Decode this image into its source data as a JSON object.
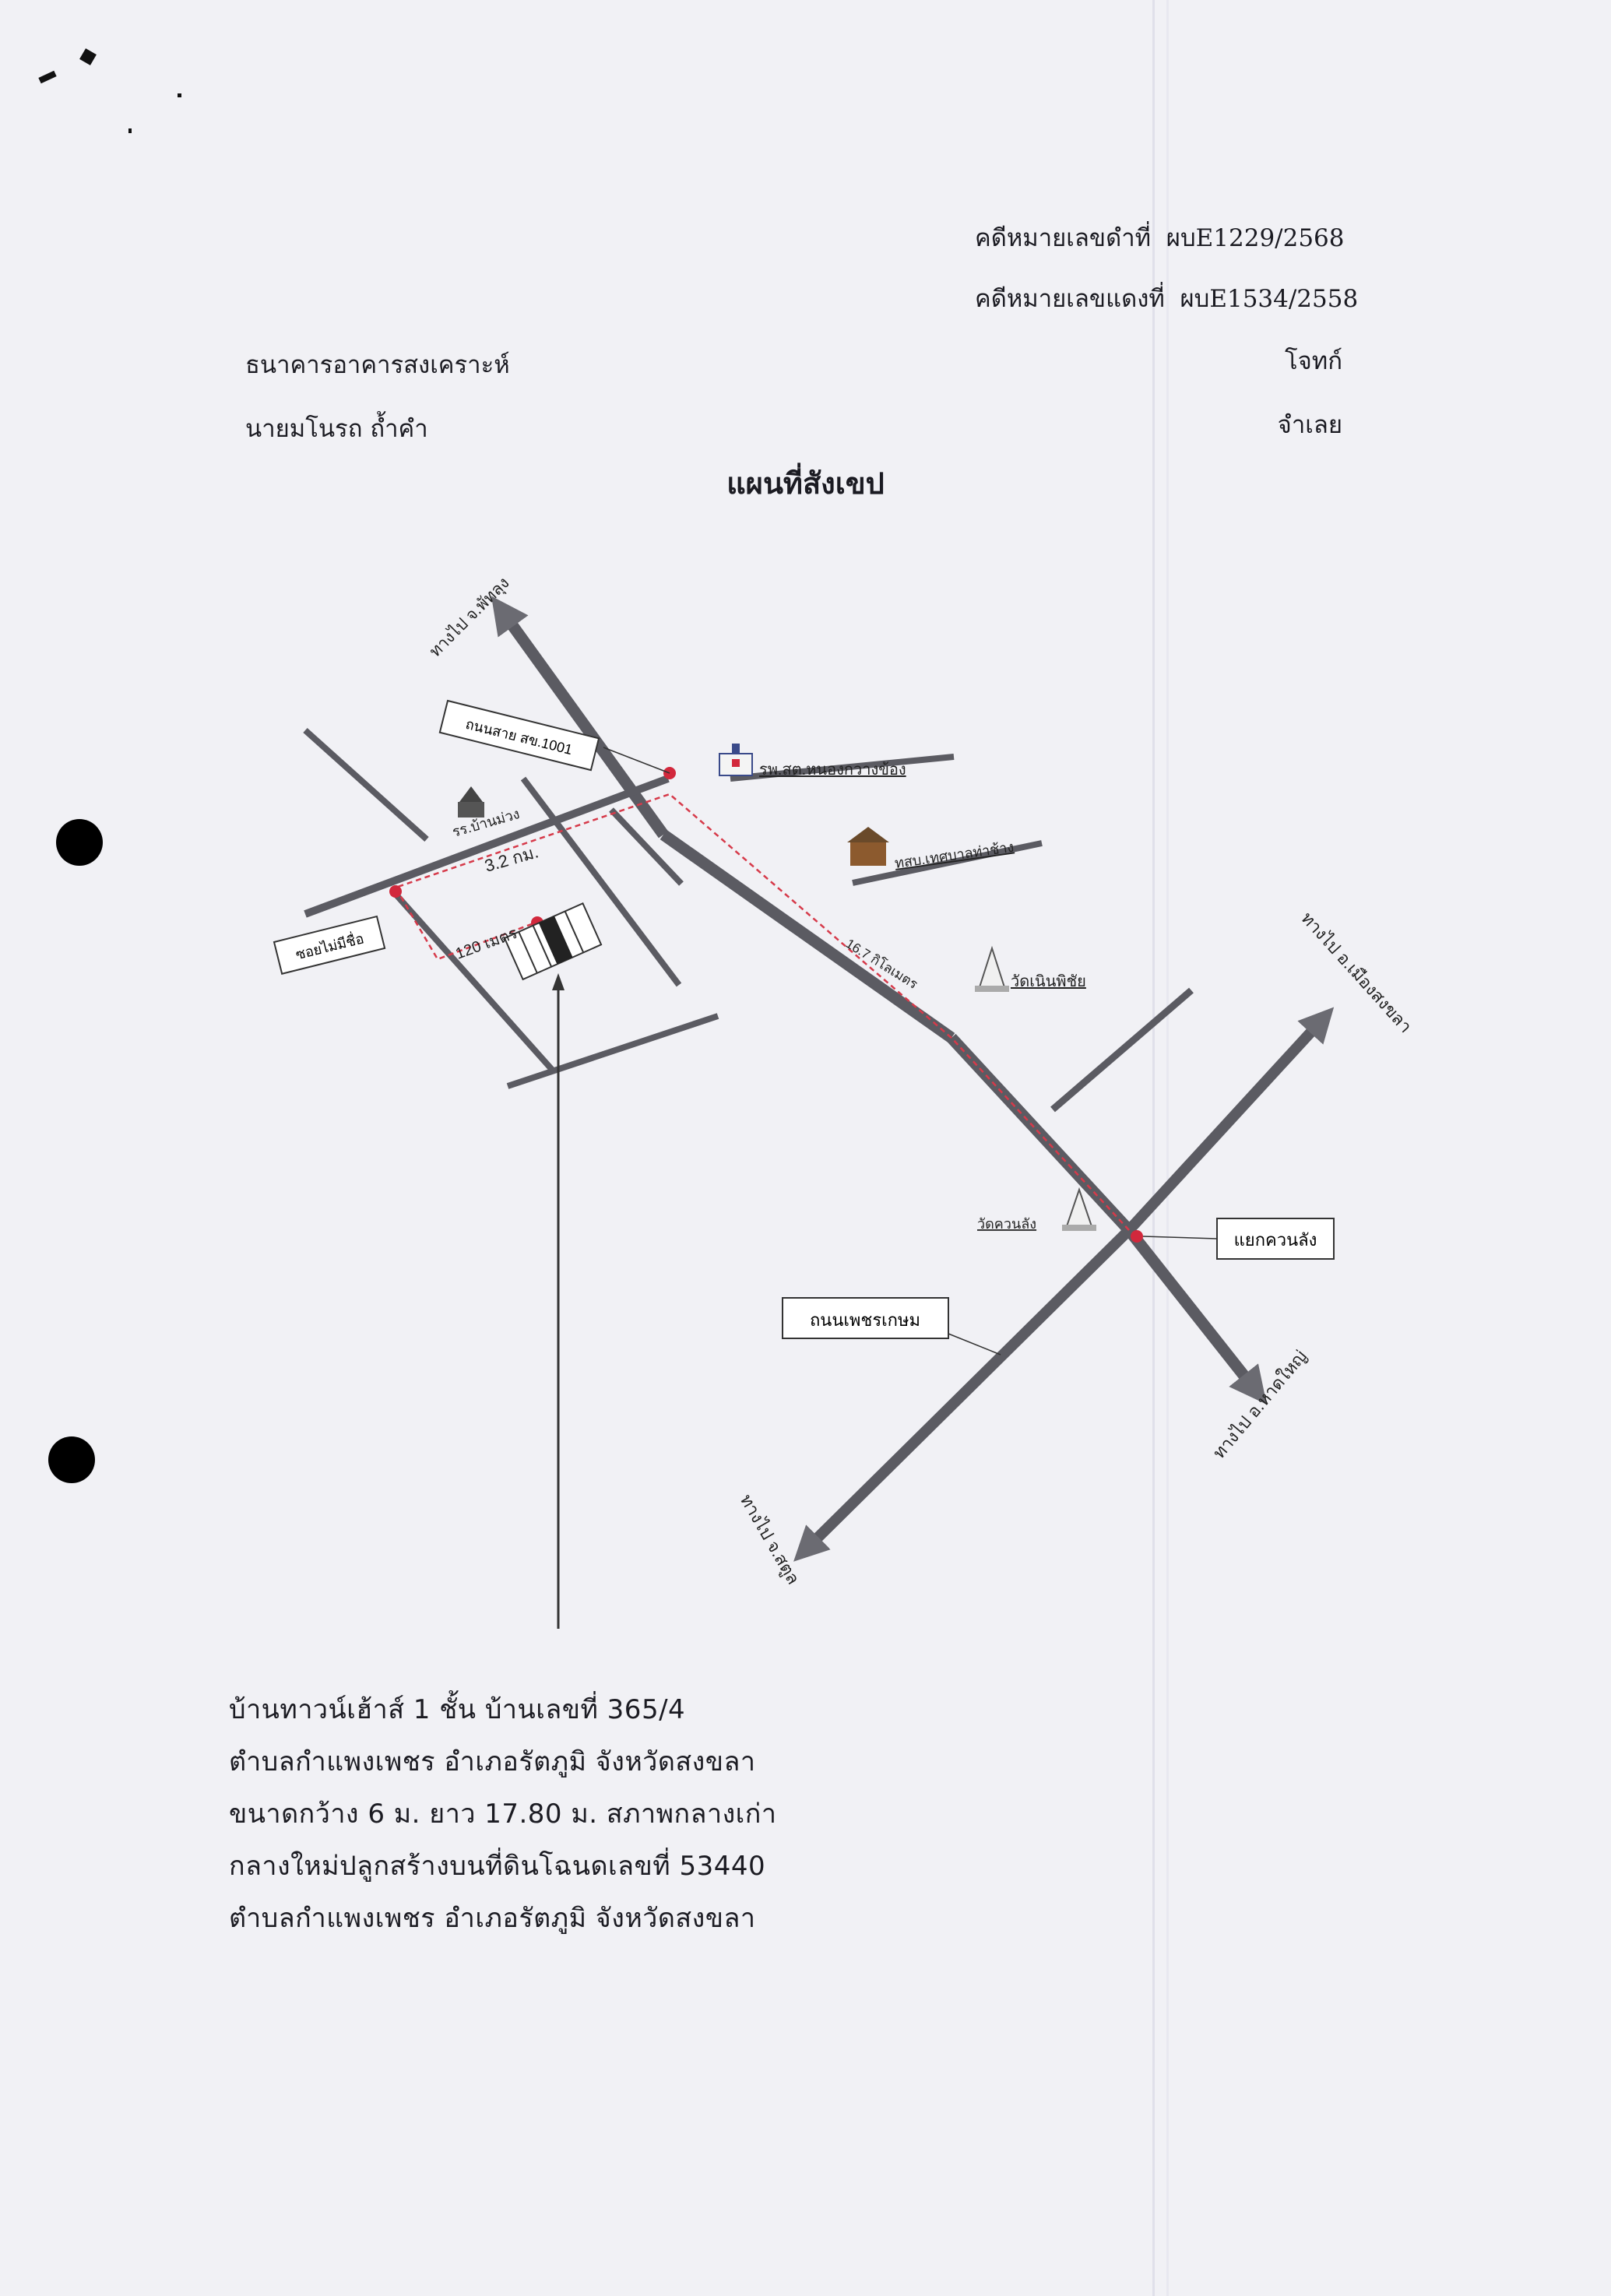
{
  "case": {
    "black_number_label": "คดีหมายเลขดำที่",
    "black_number": "ผบE1229/2568",
    "red_number_label": "คดีหมายเลขแดงที่",
    "red_number": "ผบE1534/2558"
  },
  "parties": {
    "plaintiff_name": "ธนาคารอาคารสงเคราะห์",
    "plaintiff_role": "โจทก์",
    "defendant_name": "นายมโนรถ ถ้ำคำ",
    "defendant_role": "จำเลย"
  },
  "title": "แผนที่สังเขป",
  "map": {
    "labels": {
      "to_phatthalung": "ทางไป จ.พัทลุง",
      "local_road": "ถนนสาย สข.1001",
      "hospital": "รพ.สต.หนองกวางข้อง",
      "school": "รร.บ้านม่วง",
      "municipal_school": "ทสบ.เทศบาลท่าช้าง",
      "dist_3_2": "3.2 กม.",
      "soi_no_name": "ซอยไม่มีชื่อ",
      "dist_120": "120 เมตร",
      "dist_16_7": "16.7 กิโลเมตร",
      "wat_noen_phichai": "วัดเนินพิชัย",
      "to_mueang_songkhla": "ทางไป อ.เมืองสงขลา",
      "wat_khuan_lang": "วัดควนลัง",
      "khuan_lang_junction": "แยกควนลัง",
      "phetkasem_road": "ถนนเพชรเกษม",
      "to_hat_yai": "ทางไป อ.หาดใหญ่",
      "to_satun": "ทางไป จ.สตูล"
    },
    "colors": {
      "road": "#5b5b62",
      "route": "#d63a4a",
      "marker": "#d2283c"
    }
  },
  "description": {
    "line1": "บ้านทาวน์เฮ้าส์ 1  ชั้น  บ้านเลขที่  365/4",
    "line2": "ตำบลกำแพงเพชร อำเภอรัตภูมิ  จังหวัดสงขลา",
    "line3": "ขนาดกว้าง 6 ม. ยาว 17.80 ม. สภาพกลางเก่า",
    "line4": "กลางใหม่ปลูกสร้างบนที่ดินโฉนดเลขที่   53440",
    "line5": "ตำบลกำแพงเพชร อำเภอรัตภูมิ  จังหวัดสงขลา"
  }
}
